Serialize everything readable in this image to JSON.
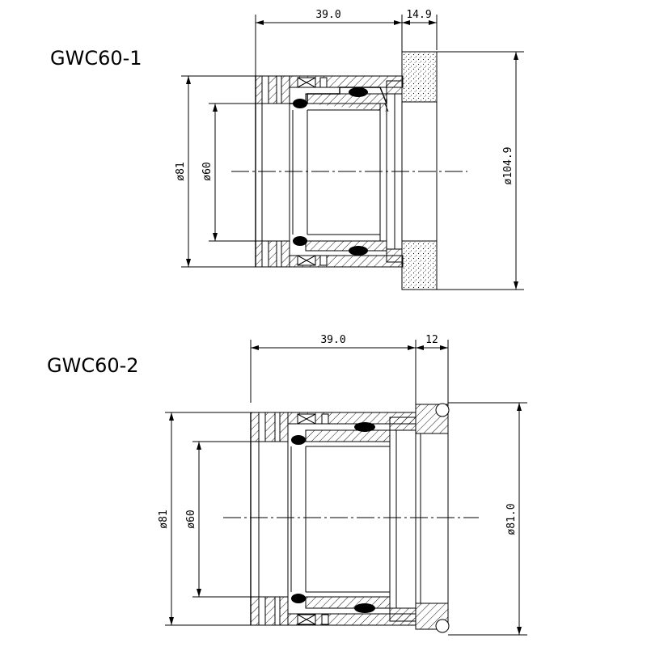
{
  "parts": [
    {
      "title": "GWC60-1",
      "dim_length": "39.0",
      "dim_flange": "14.9",
      "dim_outer": "ø81",
      "dim_inner": "ø60",
      "dim_flange_dia": "ø104.9"
    },
    {
      "title": "GWC60-2",
      "dim_length": "39.0",
      "dim_flange": "12",
      "dim_outer": "ø81",
      "dim_inner": "ø60",
      "dim_flange_dia": "ø81.0"
    }
  ]
}
